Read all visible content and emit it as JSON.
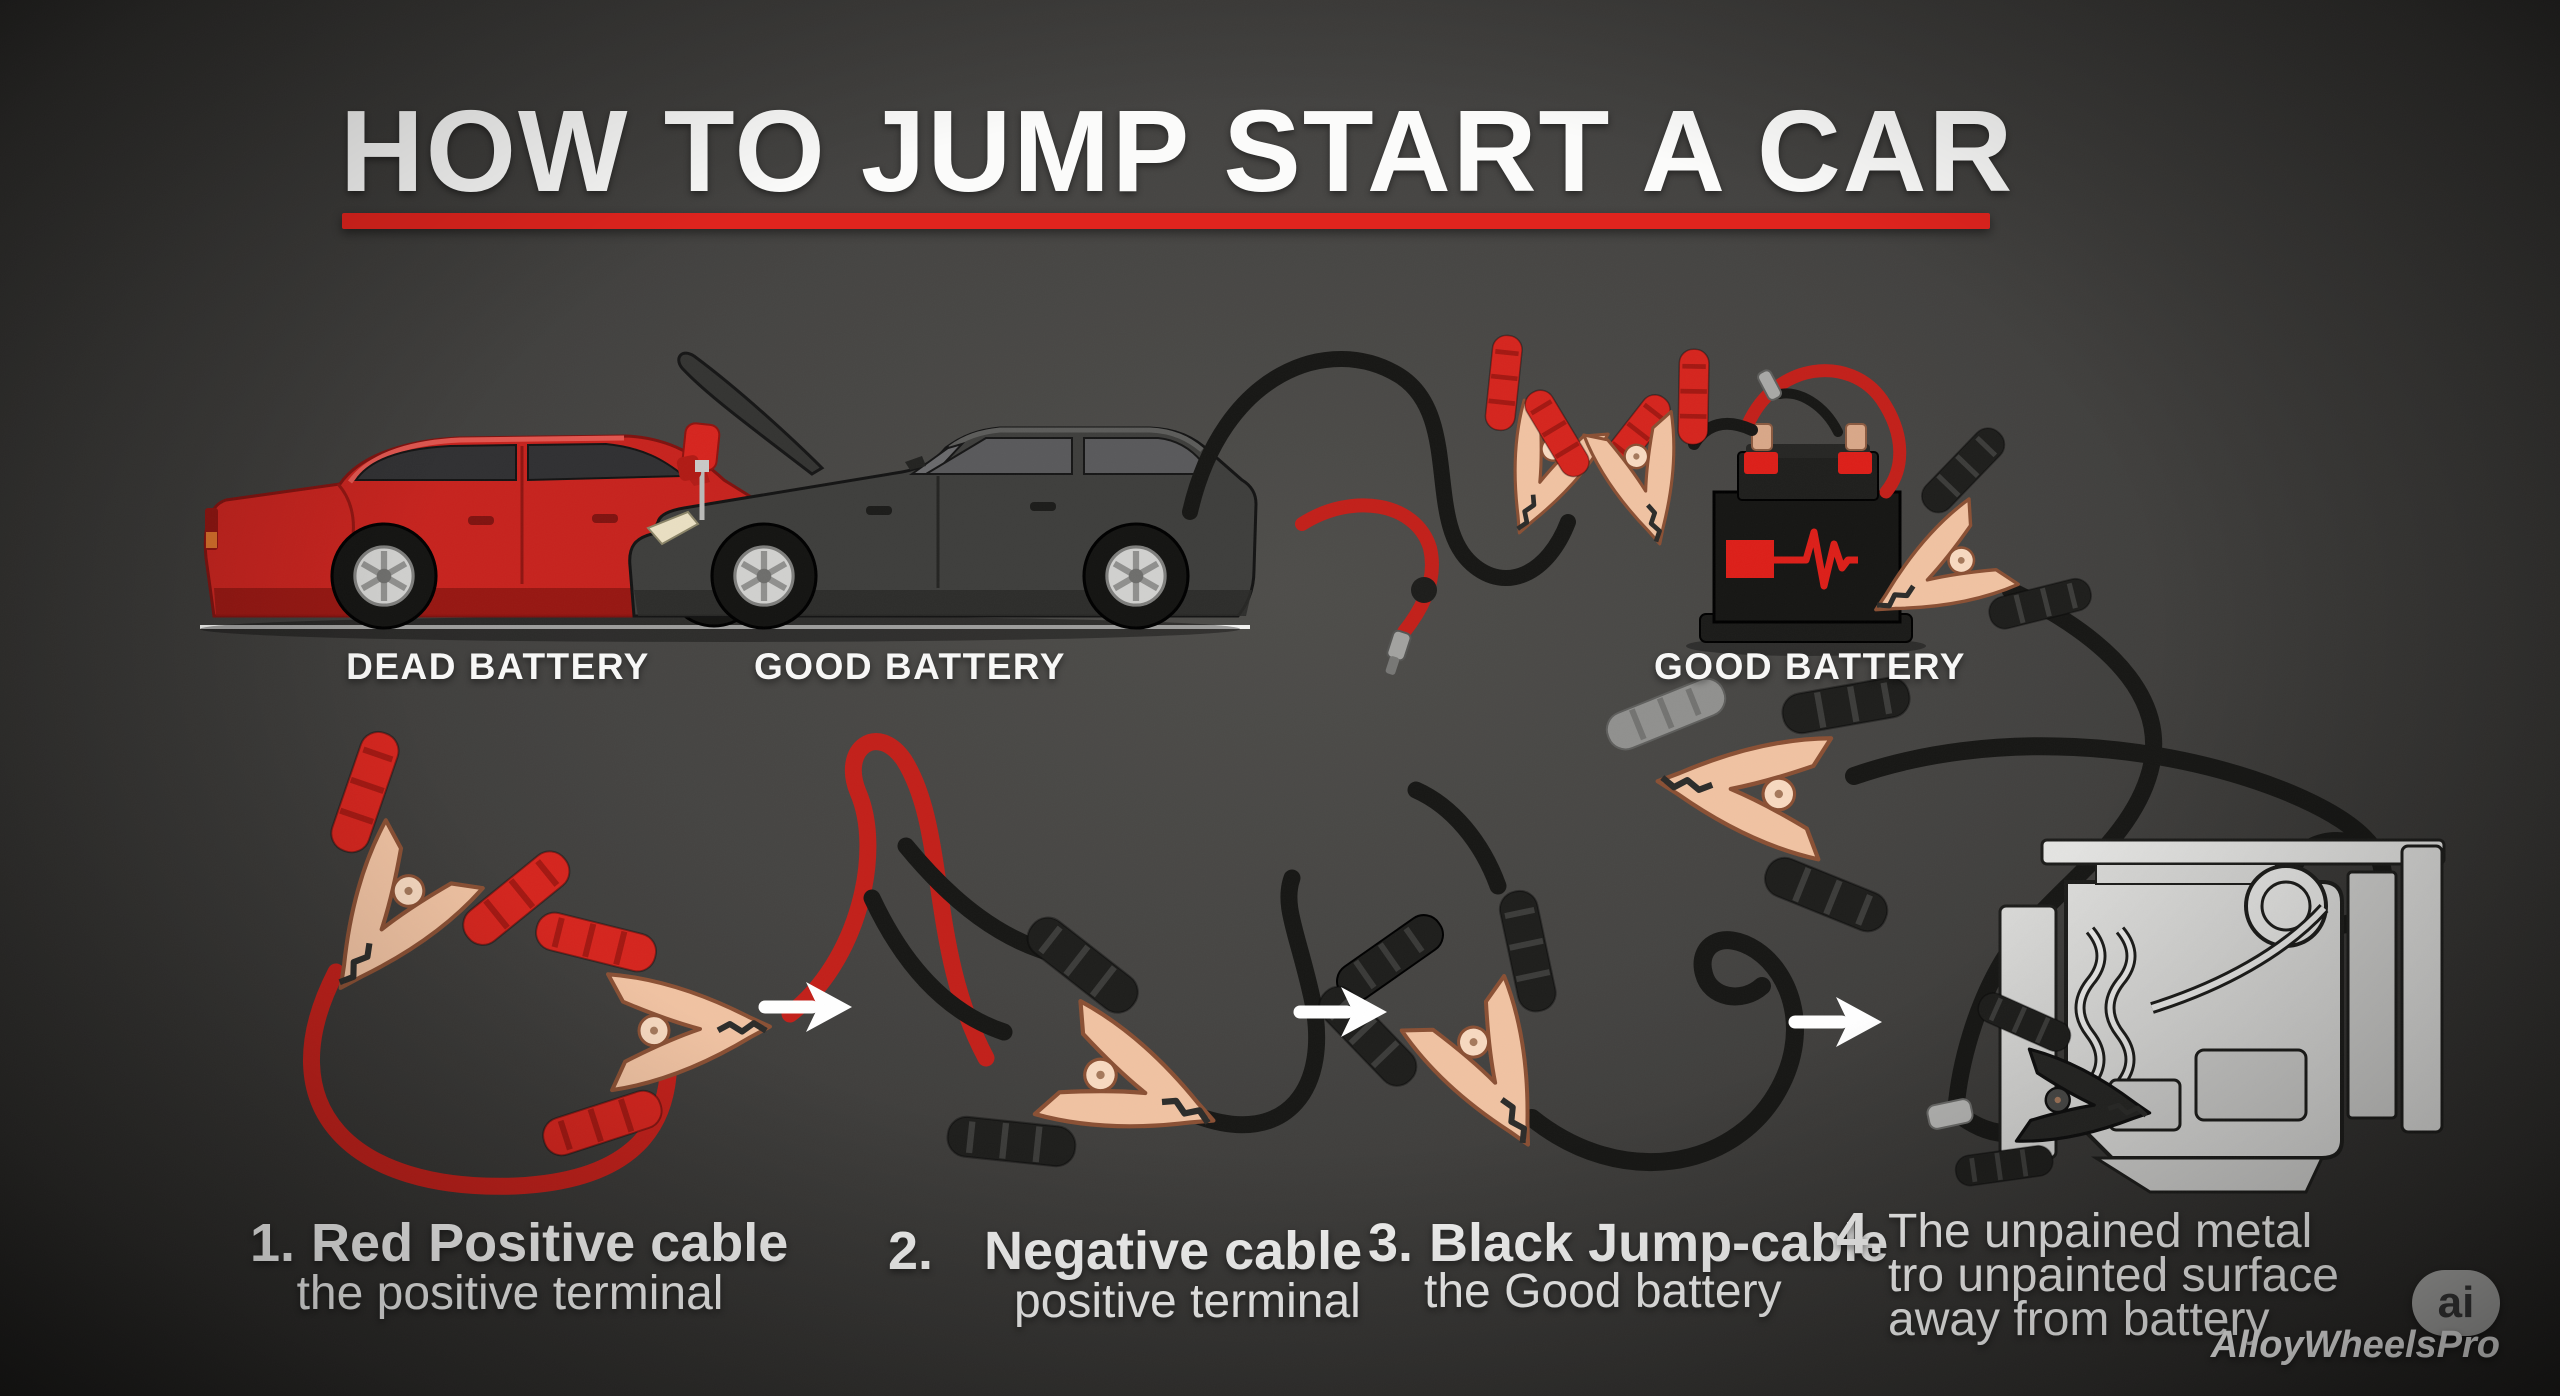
{
  "header": {
    "title": "HOW TO JUMP START A CAR"
  },
  "scene": {
    "car_labels": [
      {
        "label": "DEAD BATTERY"
      },
      {
        "label": "GOOD BATTERY"
      },
      {
        "label": "GOOD BATTERY"
      }
    ]
  },
  "steps": [
    {
      "number": "1.",
      "title": "Red Positive cable",
      "subtitle": "the positive terminal"
    },
    {
      "number": "2.",
      "title": "Negative cable",
      "subtitle": "positive terminal"
    },
    {
      "number": "3.",
      "title": "Black Jump-cable",
      "subtitle": "the Good battery"
    },
    {
      "number": "4.",
      "lines": [
        "The unpained metal",
        "tro unpainted surface",
        "away from battery"
      ]
    }
  ],
  "footer": {
    "badge": "ai",
    "brand": "AlloyWheelsPro"
  },
  "icons": {
    "arrow_right": "➜"
  },
  "colors": {
    "accent_red": "#e0241e",
    "car_red": "#c6231e",
    "car_dark": "#3e3e3c",
    "cable_black": "#171715",
    "cable_red": "#c2201a",
    "clamp_tan": "#f0c2a2",
    "engine_gray": "#dcdcda",
    "badge_gray": "#b3b3b1",
    "text_white": "#fbfbfa",
    "background": "#454442"
  }
}
